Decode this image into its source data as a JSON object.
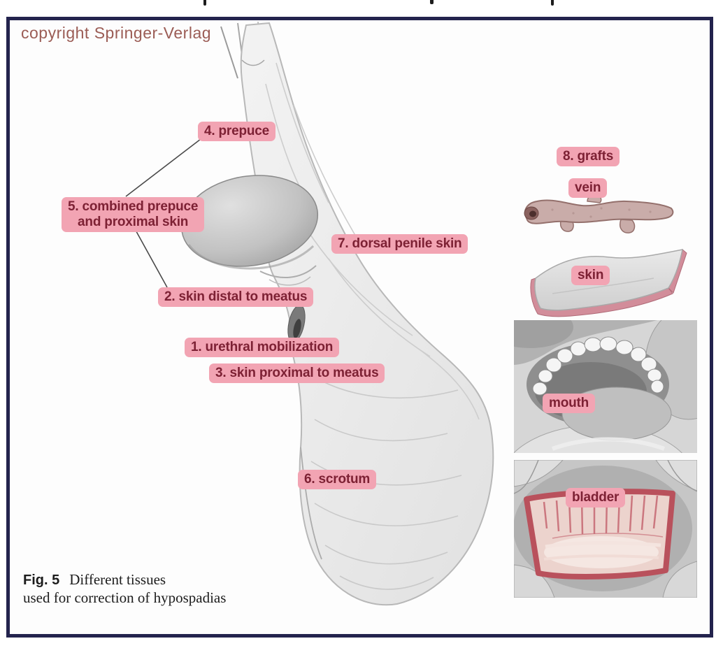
{
  "header": {
    "copyright": "copyright Springer-Verlag"
  },
  "annotations": {
    "urethral_mobilization": "1. urethral mobilization",
    "skin_distal": "2. skin distal to meatus",
    "skin_proximal": "3. skin proximal to meatus",
    "prepuce": "4. prepuce",
    "combined_line1": "5. combined prepuce",
    "combined_line2": "and proximal skin",
    "scrotum": "6. scrotum",
    "dorsal_penile_skin": "7. dorsal penile skin",
    "grafts": "8. grafts",
    "vein": "vein",
    "skin": "skin",
    "mouth": "mouth",
    "bladder": "bladder"
  },
  "caption": {
    "fig_label": "Fig. 5",
    "text_line1": "Different tissues",
    "text_line2": "used for correction of hypospadias"
  },
  "colors": {
    "label_bg": "#f2a4b3",
    "label_text": "#7d2134",
    "frame_border": "#23234d",
    "copyright_color": "#9b5c55",
    "caption_color": "#1c1c1c",
    "line_color": "#4a4a4a",
    "bladder_red": "#b9515c"
  }
}
